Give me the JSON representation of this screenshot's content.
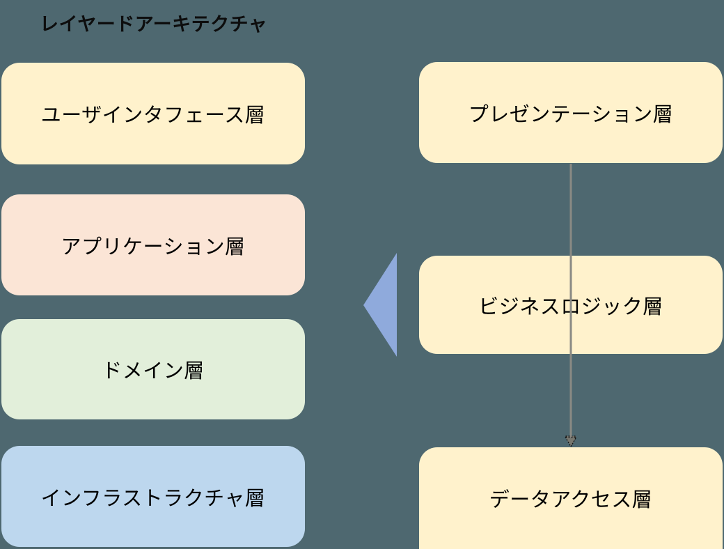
{
  "title": "レイヤードアーキテクチャ",
  "left_column": {
    "layers": [
      {
        "label": "ユーザインタフェース層",
        "color": "#FFF2CC"
      },
      {
        "label": "アプリケーション層",
        "color": "#FBE5D6"
      },
      {
        "label": "ドメイン層",
        "color": "#E2EFDA"
      },
      {
        "label": "インフラストラクチャ層",
        "color": "#BDD7EE"
      }
    ]
  },
  "right_column": {
    "layers": [
      {
        "label": "プレゼンテーション層",
        "color": "#FFF2CC"
      },
      {
        "label": "ビジネスロジック層",
        "color": "#FFF2CC"
      },
      {
        "label": "データアクセス層",
        "color": "#FFF2CC"
      }
    ],
    "connectors": [
      {
        "from": "プレゼンテーション層",
        "to": "ビジネスロジック層",
        "direction": "down"
      },
      {
        "from": "ビジネスロジック層",
        "to": "データアクセス層",
        "direction": "down"
      }
    ]
  },
  "mapping_arrow": {
    "shape": "triangle",
    "direction": "left",
    "color": "#8FAADC"
  },
  "colors": {
    "background": "#4E6870",
    "connector_line": "#8A8A84",
    "text": "#000000"
  }
}
